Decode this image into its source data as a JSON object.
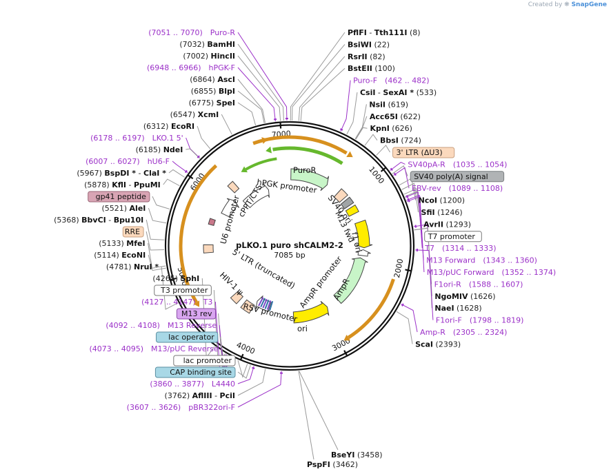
{
  "credit": {
    "prefix": "Created by",
    "brand": "SnapGene"
  },
  "plasmid": {
    "name": "pLKO.1 puro shCALM2-2",
    "size_label": "7085 bp",
    "total_bp": 7085
  },
  "colors": {
    "primer": "#9b30c8",
    "orange_feature": "#d7901e",
    "green_feature": "#66b82d",
    "yellow_feature": "#ffec00",
    "peach_feature": "#fbd9bd",
    "gray_feature": "#b0b3b5",
    "promoter_light_green": "#c8f5c8"
  },
  "ticks": [
    {
      "bp": 1000,
      "label": "1000"
    },
    {
      "bp": 2000,
      "label": "2000"
    },
    {
      "bp": 3000,
      "label": "3000"
    },
    {
      "bp": 4000,
      "label": "4000"
    },
    {
      "bp": 5000,
      "label": "5000"
    },
    {
      "bp": 6000,
      "label": "6000"
    },
    {
      "bp": 7000,
      "label": "7000"
    }
  ],
  "outer_labels": [
    {
      "side": "right",
      "kind": "site",
      "bp": 8,
      "name": "PflFI",
      "name2": "Tth111I",
      "pos": "(8)"
    },
    {
      "side": "right",
      "kind": "site",
      "bp": 22,
      "name": "BsiWI",
      "pos": "(22)"
    },
    {
      "side": "right",
      "kind": "site",
      "bp": 82,
      "name": "RsrII",
      "pos": "(82)"
    },
    {
      "side": "right",
      "kind": "site",
      "bp": 100,
      "name": "BstEII",
      "pos": "(100)"
    },
    {
      "side": "right",
      "kind": "primer",
      "bp": 472,
      "name": "Puro-F",
      "pos": "(462 .. 482)"
    },
    {
      "side": "right",
      "kind": "site",
      "bp": 533,
      "name": "CsiI",
      "name2": "SexAI *",
      "pos": "(533)"
    },
    {
      "side": "right",
      "kind": "site",
      "bp": 619,
      "name": "NsiI",
      "pos": "(619)"
    },
    {
      "side": "right",
      "kind": "site",
      "bp": 622,
      "name": "Acc65I",
      "pos": "(622)"
    },
    {
      "side": "right",
      "kind": "site",
      "bp": 626,
      "name": "KpnI",
      "pos": "(626)"
    },
    {
      "side": "right",
      "kind": "site",
      "bp": 724,
      "name": "BbsI",
      "pos": "(724)"
    },
    {
      "side": "right",
      "kind": "feature",
      "bp": 860,
      "name": "3' LTR (ΔU3)",
      "box": "peach"
    },
    {
      "side": "right",
      "kind": "primer",
      "bp": 1044,
      "name": "SV40pA-R",
      "pos": "(1035 .. 1054)"
    },
    {
      "side": "right",
      "kind": "feature",
      "bp": 1080,
      "name": "SV40 poly(A) signal",
      "box": "gray"
    },
    {
      "side": "right",
      "kind": "primer",
      "bp": 1098,
      "name": "EBV-rev",
      "pos": "(1089 .. 1108)"
    },
    {
      "side": "right",
      "kind": "site",
      "bp": 1200,
      "name": "NcoI",
      "pos": "(1200)"
    },
    {
      "side": "right",
      "kind": "site",
      "bp": 1246,
      "name": "SfiI",
      "pos": "(1246)"
    },
    {
      "side": "right",
      "kind": "site",
      "bp": 1293,
      "name": "AvrII",
      "pos": "(1293)"
    },
    {
      "side": "right",
      "kind": "feature",
      "bp": 1315,
      "name": "T7 promoter",
      "box": "white"
    },
    {
      "side": "right",
      "kind": "primer",
      "bp": 1323,
      "name": "T7",
      "pos": "(1314 .. 1333)"
    },
    {
      "side": "right",
      "kind": "primer",
      "bp": 1351,
      "name": "M13 Forward",
      "pos": "(1343 .. 1360)"
    },
    {
      "side": "right",
      "kind": "primer",
      "bp": 1363,
      "name": "M13/pUC Forward",
      "pos": "(1352 .. 1374)"
    },
    {
      "side": "right",
      "kind": "primer",
      "bp": 1597,
      "name": "F1ori-R",
      "pos": "(1588 .. 1607)"
    },
    {
      "side": "right",
      "kind": "site",
      "bp": 1626,
      "name": "NgoMIV",
      "pos": "(1626)"
    },
    {
      "side": "right",
      "kind": "site",
      "bp": 1628,
      "name": "NaeI",
      "pos": "(1628)"
    },
    {
      "side": "right",
      "kind": "primer",
      "bp": 1808,
      "name": "F1ori-F",
      "pos": "(1798 .. 1819)"
    },
    {
      "side": "right",
      "kind": "primer",
      "bp": 2314,
      "name": "Amp-R",
      "pos": "(2305 .. 2324)"
    },
    {
      "side": "right",
      "kind": "site",
      "bp": 2393,
      "name": "ScaI",
      "pos": "(2393)"
    },
    {
      "side": "bottom",
      "kind": "site",
      "bp": 3458,
      "name": "BseYI",
      "pos": "(3458)"
    },
    {
      "side": "bottom",
      "kind": "site",
      "bp": 3462,
      "name": "PspFI",
      "pos": "(3462)"
    },
    {
      "side": "left",
      "kind": "primer",
      "bp": 3616,
      "name": "pBR322ori-F",
      "pos": "(3607 .. 3626)"
    },
    {
      "side": "left",
      "kind": "site",
      "bp": 3762,
      "name": "AflIII",
      "name2": "PciI",
      "pos": "(3762)"
    },
    {
      "side": "left",
      "kind": "primer",
      "bp": 3868,
      "name": "L4440",
      "pos": "(3860 .. 3877)"
    },
    {
      "side": "left",
      "kind": "feature",
      "bp": 3900,
      "name": "CAP binding site",
      "box": "blue"
    },
    {
      "side": "left",
      "kind": "feature",
      "bp": 3930,
      "name": "lac promoter",
      "box": "white"
    },
    {
      "side": "left",
      "kind": "primer",
      "bp": 4084,
      "name": "M13/pUC Reverse",
      "pos": "(4073 .. 4095)"
    },
    {
      "side": "left",
      "kind": "feature",
      "bp": 4090,
      "name": "lac operator",
      "box": "blue"
    },
    {
      "side": "left",
      "kind": "primer",
      "bp": 4100,
      "name": "M13 Reverse",
      "pos": "(4092 .. 4108)"
    },
    {
      "side": "left",
      "kind": "feature",
      "bp": 4110,
      "name": "M13 rev",
      "box": "purple"
    },
    {
      "side": "left",
      "kind": "primer",
      "bp": 4137,
      "name": "T3",
      "pos": "(4127 .. 4147)"
    },
    {
      "side": "left",
      "kind": "feature",
      "bp": 4150,
      "name": "T3 promoter",
      "box": "white"
    },
    {
      "side": "left",
      "kind": "site",
      "bp": 4265,
      "name": "SphI",
      "pos": "(4265)"
    },
    {
      "side": "left",
      "kind": "site",
      "bp": 4781,
      "name": "NruI *",
      "pos": "(4781)"
    },
    {
      "side": "left",
      "kind": "site",
      "bp": 5114,
      "name": "EcoNI",
      "pos": "(5114)"
    },
    {
      "side": "left",
      "kind": "site",
      "bp": 5133,
      "name": "MfeI",
      "pos": "(5133)"
    },
    {
      "side": "left",
      "kind": "feature",
      "bp": 5280,
      "name": "RRE",
      "box": "peach"
    },
    {
      "side": "left",
      "kind": "site",
      "bp": 5368,
      "name": "BbvCI",
      "name2": "Bpu10I",
      "pos": "(5368)"
    },
    {
      "side": "left",
      "kind": "site",
      "bp": 5521,
      "name": "AleI",
      "pos": "(5521)"
    },
    {
      "side": "left",
      "kind": "feature",
      "bp": 5650,
      "name": "gp41 peptide",
      "box": "mauve"
    },
    {
      "side": "left",
      "kind": "site",
      "bp": 5878,
      "name": "KflI",
      "name2": "PpuMI",
      "pos": "(5878)"
    },
    {
      "side": "left",
      "kind": "site",
      "bp": 5967,
      "name": "BspDI *",
      "name2": "ClaI *",
      "pos": "(5967)"
    },
    {
      "side": "left",
      "kind": "primer",
      "bp": 6017,
      "name": "hU6-F",
      "pos": "(6007 .. 6027)"
    },
    {
      "side": "left",
      "kind": "primer",
      "bp": 6187,
      "name": "LKO.1 5'",
      "pos": "(6178 .. 6197)"
    },
    {
      "side": "left",
      "kind": "site",
      "bp": 6185,
      "name": "NdeI",
      "pos": "(6185)"
    },
    {
      "side": "left",
      "kind": "site",
      "bp": 6312,
      "name": "EcoRI",
      "pos": "(6312)"
    },
    {
      "side": "left",
      "kind": "site",
      "bp": 6547,
      "name": "XcmI",
      "pos": "(6547)"
    },
    {
      "side": "left",
      "kind": "site",
      "bp": 6775,
      "name": "SpeI",
      "pos": "(6775)"
    },
    {
      "side": "left",
      "kind": "site",
      "bp": 6855,
      "name": "BlpI",
      "pos": "(6855)"
    },
    {
      "side": "left",
      "kind": "site",
      "bp": 6864,
      "name": "AscI",
      "pos": "(6864)"
    },
    {
      "side": "left",
      "kind": "primer",
      "bp": 6957,
      "name": "hPGK-F",
      "pos": "(6948 .. 6966)"
    },
    {
      "side": "left",
      "kind": "site",
      "bp": 7002,
      "name": "HincII",
      "pos": "(7002)"
    },
    {
      "side": "left",
      "kind": "site",
      "bp": 7032,
      "name": "BamHI",
      "pos": "(7032)"
    },
    {
      "side": "left",
      "kind": "primer",
      "bp": 7060,
      "name": "Puro-R",
      "pos": "(7051 .. 7070)"
    }
  ],
  "inner_labels": [
    {
      "text": "PuroR"
    },
    {
      "text": "hPGK promoter"
    },
    {
      "text": "cPPT/CTS"
    },
    {
      "text": "U6 promoter"
    },
    {
      "text": "SV40 ori"
    },
    {
      "text": "M13 fwd"
    },
    {
      "text": "f1 ori"
    },
    {
      "text": "AmpR promoter"
    },
    {
      "text": "AmpR"
    },
    {
      "text": "ori"
    },
    {
      "text": "RSV promoter"
    },
    {
      "text": "5' LTR (truncated)"
    },
    {
      "text": "HIV-1 ψ"
    }
  ]
}
